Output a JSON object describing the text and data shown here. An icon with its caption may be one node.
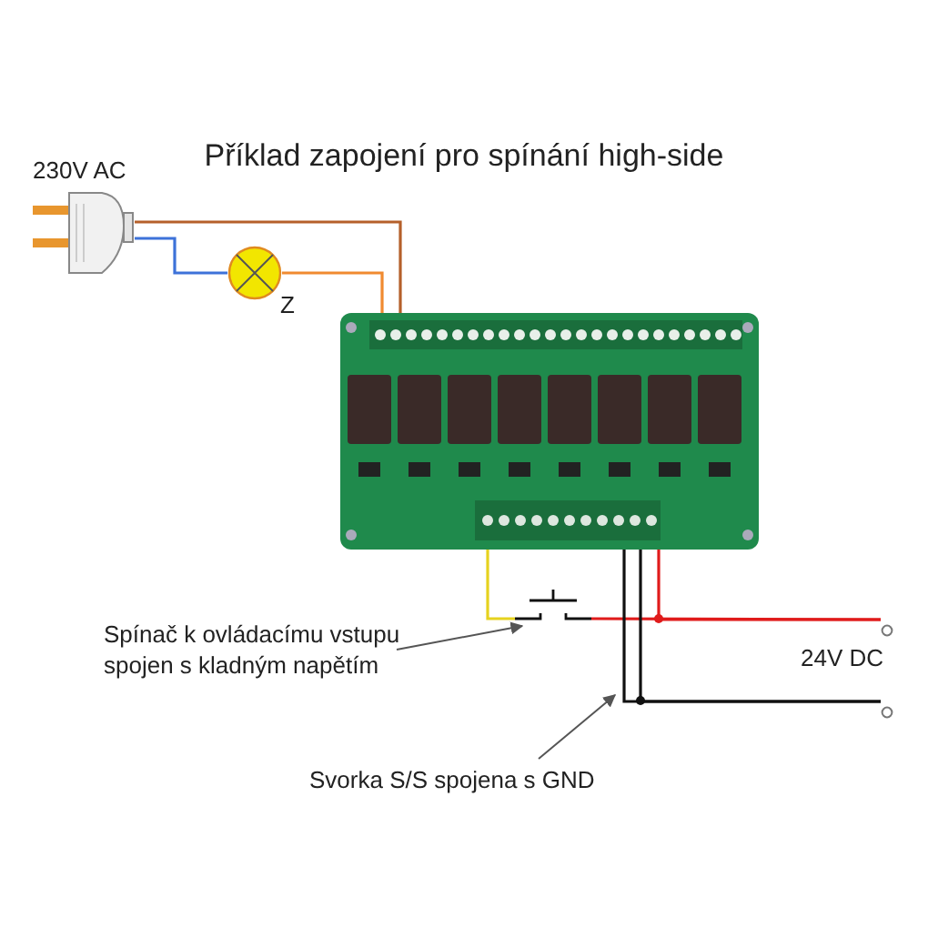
{
  "diagram": {
    "title": "Příklad zapojení pro spínání high-side",
    "nodes": [
      {
        "text": [],
        "shape": "picture",
        "beside": [
          "230V AC"
        ]
      },
      {
        "text": [],
        "shape": "picture",
        "beside": [
          "Z"
        ]
      },
      {
        "text": [],
        "shape": "picture"
      },
      {
        "text": [],
        "shape": "picture"
      },
      {
        "text": [],
        "shape": "circle"
      },
      {
        "text": [],
        "shape": "circle"
      },
      {
        "text": [
          "Spínač k ovládacímu vstupu spojen s kladným napětím"
        ]
      },
      {
        "text": [
          "Svorka S/S spojena s GND"
        ]
      }
    ],
    "edges": [
      {
        "from": 0,
        "to": 2,
        "arrow": "none",
        "color": "#b5602a"
      },
      {
        "from": 0,
        "to": 1,
        "arrow": "none",
        "color": "#3d72d9"
      },
      {
        "from": 1,
        "to": 2,
        "arrow": "none",
        "color": "#f08a30"
      },
      {
        "from": 2,
        "to": 3,
        "arrow": "none",
        "color": "#e6d21e"
      },
      {
        "from": 3,
        "to": 4,
        "arrow": "none",
        "color": "#e01b1b"
      },
      {
        "from": 2,
        "to": 4,
        "arrow": "none",
        "color": "#e01b1b"
      },
      {
        "from": 2,
        "to": 5,
        "arrow": "none",
        "color": "#111111"
      },
      {
        "from": 2,
        "to": 5,
        "arrow": "none",
        "color": "#111111"
      },
      {
        "from": 6,
        "to": 3,
        "arrow": "to",
        "color": "#555555"
      },
      {
        "from": 7,
        "to": null,
        "arrow": "to",
        "color": "#555555"
      }
    ],
    "labels": [
      "24V DC"
    ]
  }
}
